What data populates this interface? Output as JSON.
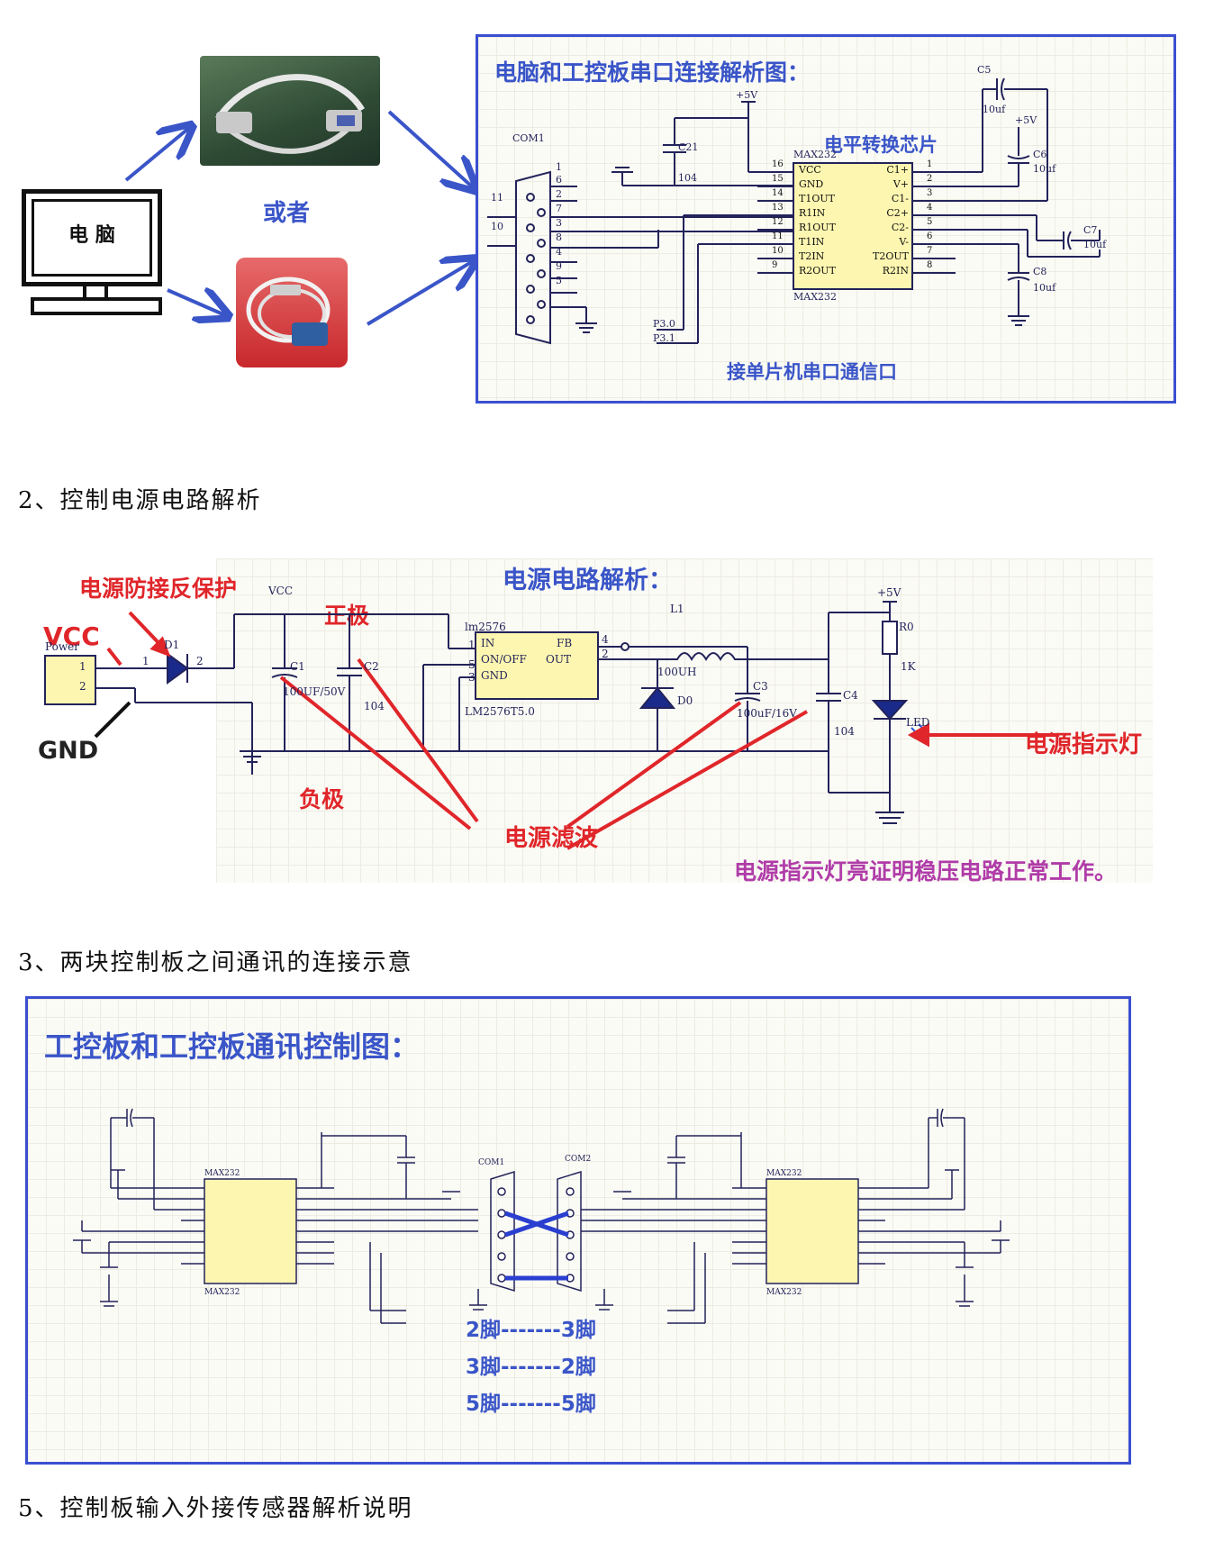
{
  "section1": {
    "computer_label": "电 脑",
    "or_label": "或者",
    "title": "电脑和工控板串口连接解析图：",
    "chip_label": "电平转换芯片",
    "mcu_label": "接单片机串口通信口",
    "com_label": "COM1",
    "chip_part": "MAX232",
    "chip_pins_left": [
      "VCC",
      "GND",
      "T1OUT",
      "R1IN",
      "R1OUT",
      "T1IN",
      "T2IN",
      "R2OUT"
    ],
    "chip_pins_left_num": [
      "16",
      "15",
      "14",
      "13",
      "12",
      "11",
      "10",
      "9"
    ],
    "chip_pins_right": [
      "C1+",
      "V+",
      "C1-",
      "C2+",
      "C2-",
      "V-",
      "T2OUT",
      "R2IN"
    ],
    "chip_pins_right_num": [
      "1",
      "2",
      "3",
      "4",
      "5",
      "6",
      "7",
      "8"
    ],
    "caps": {
      "c5": "C5",
      "c6": "C6",
      "c7": "C7",
      "c8": "C8",
      "c21": "C21",
      "val": "10uf",
      "c21_val": "104"
    },
    "vcc": "+5V",
    "p30": "P3.0",
    "p31": "P3.1"
  },
  "heading2": "2、控制电源电路解析",
  "section2": {
    "title": "电源电路解析：",
    "reverse_protect": "电源防接反保护",
    "positive": "正极",
    "negative": "负极",
    "vcc": "VCC",
    "power": "Power",
    "gnd": "GND",
    "filter": "电源滤波",
    "indicator": "电源指示灯",
    "note": "电源指示灯亮证明稳压电路正常工作。",
    "ic_name": "lm2576",
    "ic_part": "LM2576T5.0",
    "ic_pins": [
      "IN",
      "ON/OFF",
      "GND",
      "FB",
      "OUT"
    ],
    "d1": "D1",
    "c1": "C1",
    "c1_val": "100UF/50V",
    "c2": "C2",
    "c2_val": "104",
    "l1": "L1",
    "l1_val": "100UH",
    "d0": "D0",
    "c3": "C3",
    "c3_val": "100uF/16V",
    "c4": "C4",
    "c4_val": "104",
    "r0": "R0",
    "r0_val": "1K",
    "led": "LED",
    "vcc_net": "VCC",
    "plus5": "+5V"
  },
  "heading3": "3、两块控制板之间通讯的连接示意",
  "section3": {
    "title": "工控板和工控板通讯控制图：",
    "map": [
      "2脚-------3脚",
      "3脚-------2脚",
      "5脚-------5脚"
    ],
    "com1": "COM1",
    "com2": "COM2",
    "chip": "MAX232"
  },
  "heading5": "5、控制板输入外接传感器解析说明",
  "colors": {
    "frame": "#3a4fd0",
    "title": "#3a55c8",
    "annot": "#e0262a",
    "wire": "#23235a",
    "chip": "#fdf6b0",
    "note": "#b03ca8"
  }
}
